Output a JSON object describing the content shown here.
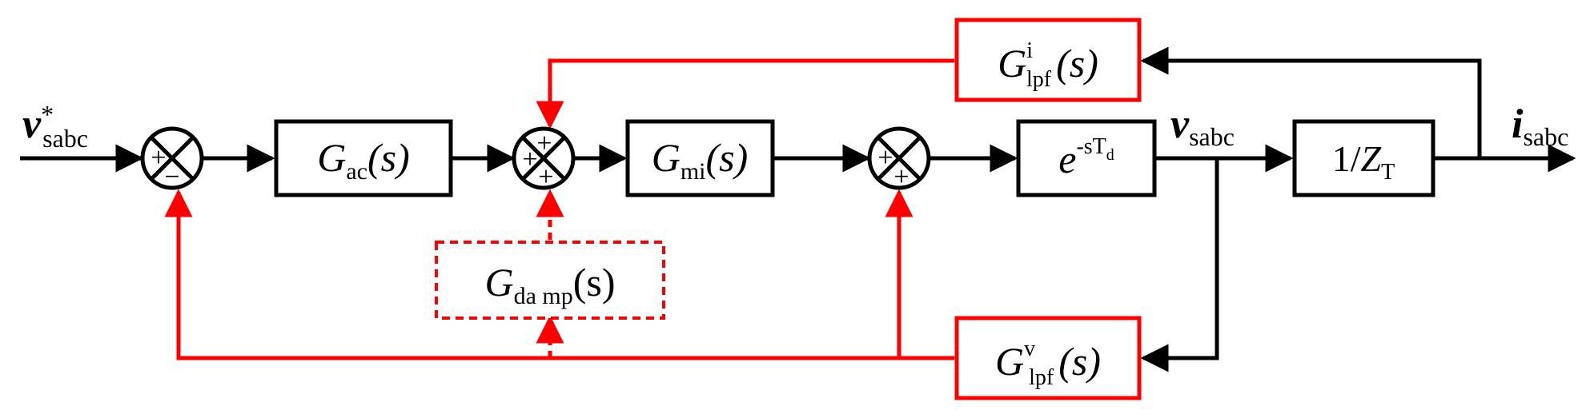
{
  "colors": {
    "main": "#000000",
    "feedback": "#ff0000"
  },
  "signals": {
    "input": {
      "base": "v",
      "sup": "*",
      "sub": "sabc"
    },
    "mid": {
      "base": "v",
      "sub": "sabc"
    },
    "output": {
      "base": "i",
      "sub": "sabc"
    }
  },
  "blocks": {
    "gac": {
      "base": "G",
      "sub": "ac",
      "arg": "(s)"
    },
    "gmi": {
      "base": "G",
      "sub": "mi",
      "arg": "(s)"
    },
    "delay": {
      "base": "e",
      "sup": "-sT",
      "supsub": "d"
    },
    "zt": {
      "pre": "1/",
      "base": "Z",
      "sub": "T"
    },
    "glpfi": {
      "base": "G",
      "sup": "i",
      "sub": "lpf",
      "arg": "(s)"
    },
    "glpfv": {
      "base": "G",
      "sup": "v",
      "sub": "lpf",
      "arg": "(s)"
    },
    "gdamp": {
      "base": "G",
      "sub": "da mp",
      "arg": "(s)"
    }
  },
  "junction_signs": {
    "sum1": {
      "top": "",
      "left": "+",
      "bottom": "−"
    },
    "sum2": {
      "top": "+",
      "left": "+",
      "bottom": "+"
    },
    "sum3": {
      "top": "",
      "left": "+",
      "bottom": "+"
    }
  }
}
